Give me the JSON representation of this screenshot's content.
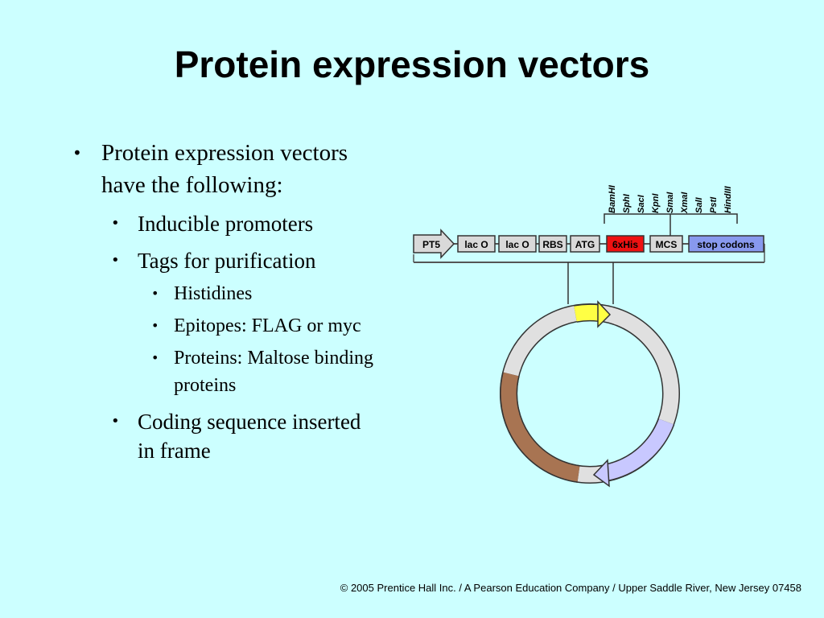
{
  "slide": {
    "title": "Protein expression vectors",
    "bullets": {
      "main": "Protein expression vectors have the following:",
      "inducible": "Inducible promoters",
      "tags": "Tags for purification",
      "histidines": "Histidines",
      "epitopes": "Epitopes: FLAG or myc",
      "proteins": "Proteins: Maltose binding proteins",
      "coding": "Coding sequence inserted in frame"
    },
    "footer": "© 2005 Prentice Hall Inc. / A Pearson Education Company / Upper Saddle River, New Jersey 07458"
  },
  "diagram": {
    "elements": {
      "pt5": "PT5",
      "lac_o_1": "lac O",
      "lac_o_2": "lac O",
      "rbs": "RBS",
      "atg": "ATG",
      "his": "6xHis",
      "mcs": "MCS",
      "stop": "stop codons"
    },
    "sites": {
      "bamhi": "BamHI",
      "sphi": "SphI",
      "saci": "SacI",
      "kpni": "KpnI",
      "smai": "SmaI",
      "xmai": "XmaI",
      "sali": "SalI",
      "psti": "PstI",
      "hindiii": "HindIII"
    },
    "colors": {
      "background": "#ccffff",
      "box_grey": "#d9d9d9",
      "his_red": "#ee1111",
      "stop_blue": "#8899ee",
      "promoter_yellow": "#ffff44",
      "segment_brown": "#a87452",
      "segment_lavender": "#c8c8ff"
    }
  }
}
